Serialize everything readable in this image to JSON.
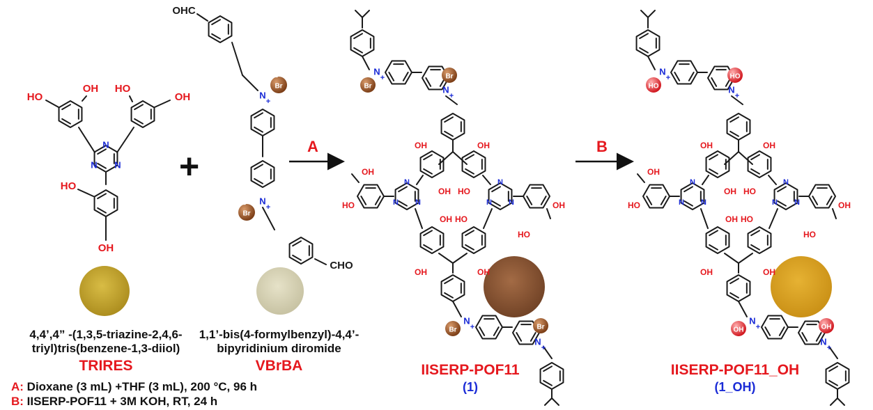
{
  "colors": {
    "bond": "#1a1a1a",
    "oxygen_red": "#e5181e",
    "nitrogen_blue": "#1a2bd6",
    "bromide_ball": "#8b4a22",
    "hydroxide_ball": "#e0222a",
    "trires_powder": "#c5a528",
    "vbrba_powder": "#d6d2b4",
    "pof11_powder": "#8b5a38",
    "pof11oh_powder": "#d9a21e"
  },
  "atoms": {
    "oh": "OH",
    "ho": "HO",
    "n": "N",
    "n_plus": "N",
    "plus": "+",
    "minus": "−",
    "br": "Br",
    "ohc": "OHC",
    "cho": "CHO",
    "hydroxide": "HO",
    "hydroxide_alt": "OH"
  },
  "reactants": {
    "trires": {
      "iupac_line1": "4,4’,4” -(1,3,5-triazine-2,4,6-",
      "iupac_line2": "triyl)tris(benzene-1,3-diiol)",
      "code": "TRIRES"
    },
    "plus_sign": "+",
    "vbrba": {
      "iupac_line1": "1,1’-bis(4-formylbenzyl)-4,4’-",
      "iupac_line2": "bipyridinium diromide",
      "code": "VBrBA"
    }
  },
  "steps": {
    "a_label": "A",
    "b_label": "B"
  },
  "products": {
    "pof11": {
      "code": "IISERP-POF11",
      "number": "(1)"
    },
    "pof11_oh": {
      "code": "IISERP-POF11_OH",
      "number": "(1_OH)"
    }
  },
  "conditions": [
    {
      "key": "A:",
      "text": " Dioxane (3 mL) +THF (3 mL), 200 °C, 96 h"
    },
    {
      "key": "B:",
      "text": " IISERP-POF11 + 3M KOH, RT, 24 h"
    }
  ]
}
